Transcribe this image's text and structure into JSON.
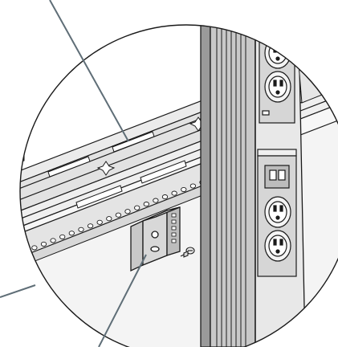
{
  "illustration": {
    "subject": "rack-pdu-mounting-detail",
    "parts": [
      "magnified-view-circle",
      "rack-rail",
      "bracket-slot",
      "mounting-bracket",
      "screw",
      "pdu-column",
      "outlet-module"
    ],
    "outlet_counts": {
      "upper_module": 2,
      "lower_module": 2
    },
    "colors": {
      "line": "#1a1a1a",
      "panel_fill": "#e9e9e9",
      "pdu_fill": "#c9c9c9",
      "bracket_fill": "#d4d4d4",
      "callout_line": "#5f6e77",
      "background": "#ffffff"
    }
  }
}
